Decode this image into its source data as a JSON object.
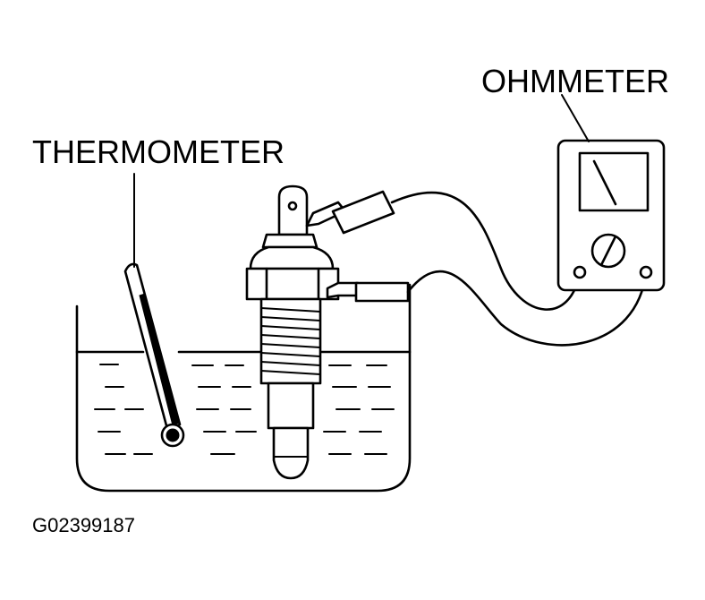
{
  "labels": {
    "thermometer": "THERMOMETER",
    "ohmmeter": "OHMMETER",
    "figure_id": "G02399187"
  }
}
